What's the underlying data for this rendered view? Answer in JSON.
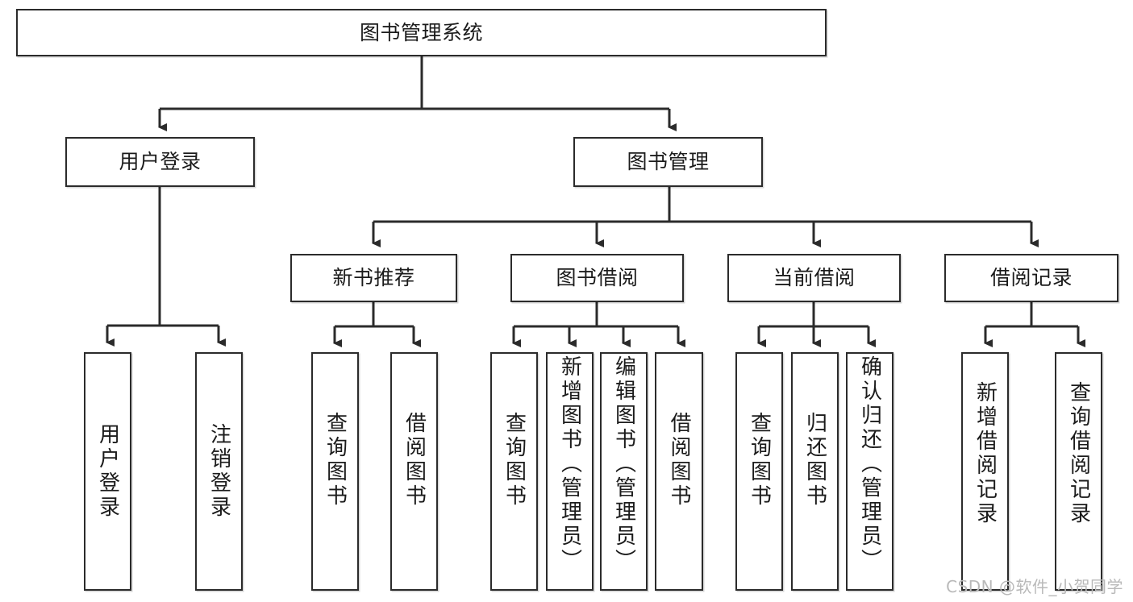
{
  "diagram": {
    "title": "图书管理系统",
    "type": "tree",
    "watermark": "CSDN @软件_小贺同学",
    "colors": {
      "box_border": "#2b2b2b",
      "box_fill": "#ffffff",
      "edge": "#2b2b2b",
      "text": "#1b1b1b",
      "watermark": "#b9b9b9"
    },
    "levels": {
      "root": [
        "图书管理系统"
      ],
      "level2": [
        "用户登录",
        "图书管理"
      ],
      "level3": [
        "新书推荐",
        "图书借阅",
        "当前借阅",
        "借阅记录"
      ],
      "leaves": [
        "用户登录",
        "注销登录",
        "查询图书",
        "借阅图书",
        "查询图书",
        "新增图书（管理员）",
        "编辑图书（管理员）",
        "借阅图书",
        "查询图书",
        "归还图书",
        "确认归还（管理员）",
        "新增借阅记录",
        "查询借阅记录"
      ]
    },
    "nodes": {
      "root": {
        "label": "图书管理系统"
      },
      "user_login": {
        "label": "用户登录"
      },
      "book_mgmt": {
        "label": "图书管理"
      },
      "new_book_rec": {
        "label": "新书推荐"
      },
      "book_borrow": {
        "label": "图书借阅"
      },
      "current_borrow": {
        "label": "当前借阅"
      },
      "borrow_record": {
        "label": "借阅记录"
      },
      "leaf_user_login": {
        "label": "用户登录"
      },
      "leaf_user_logout": {
        "label": "注销登录"
      },
      "leaf_query_book_a": {
        "label": "查询图书"
      },
      "leaf_borrow_book_a": {
        "label": "借阅图书"
      },
      "leaf_query_book_b": {
        "label": "查询图书"
      },
      "leaf_add_book_admin": {
        "label": "新增图书（管理员）"
      },
      "leaf_edit_book_admin": {
        "label": "编辑图书（管理员）"
      },
      "leaf_borrow_book_b": {
        "label": "借阅图书"
      },
      "leaf_query_book_c": {
        "label": "查询图书"
      },
      "leaf_return_book": {
        "label": "归还图书"
      },
      "leaf_confirm_return_admin": {
        "label": "确认归还（管理员）"
      },
      "leaf_add_borrow_record": {
        "label": "新增借阅记录"
      },
      "leaf_query_borrow_record": {
        "label": "查询借阅记录"
      }
    }
  }
}
